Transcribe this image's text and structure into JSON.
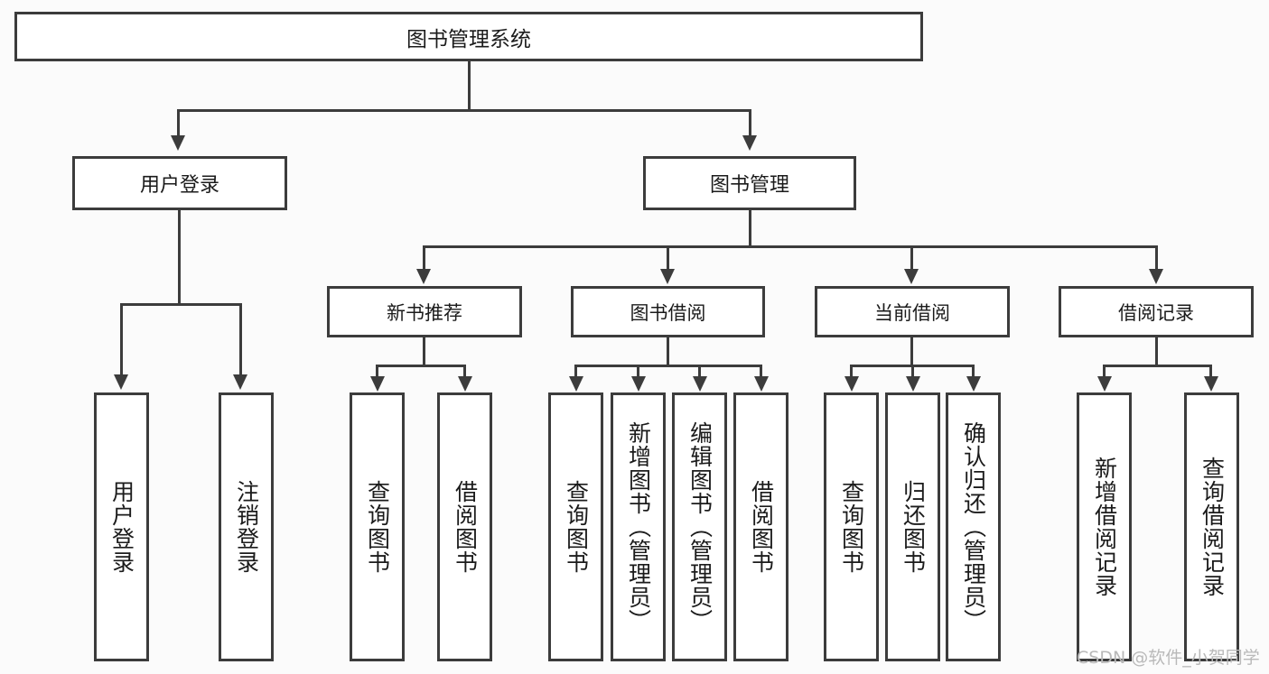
{
  "diagram": {
    "title": "图书管理系统",
    "type": "tree",
    "colors": {
      "border": "#3c3c3c",
      "fill": "#ffffff",
      "background": "#fbfbfb",
      "text": "#1b1b1b",
      "watermark": "#b9b9b9"
    },
    "root": {
      "label": "图书管理系统"
    },
    "level2": [
      {
        "label": "用户登录"
      },
      {
        "label": "图书管理"
      }
    ],
    "level3": [
      {
        "label": "新书推荐"
      },
      {
        "label": "图书借阅"
      },
      {
        "label": "当前借阅"
      },
      {
        "label": "借阅记录"
      }
    ],
    "leaves": {
      "user_login": [
        {
          "label": "用户登录"
        },
        {
          "label": "注销登录"
        }
      ],
      "new_book_recommend": [
        {
          "label": "查询图书"
        },
        {
          "label": "借阅图书"
        }
      ],
      "book_borrow": [
        {
          "label": "查询图书"
        },
        {
          "label": "新增图书（管理员）"
        },
        {
          "label": "编辑图书（管理员）"
        },
        {
          "label": "借阅图书"
        }
      ],
      "current_borrow": [
        {
          "label": "查询图书"
        },
        {
          "label": "归还图书"
        },
        {
          "label": "确认归还（管理员）"
        }
      ],
      "borrow_record": [
        {
          "label": "新增借阅记录"
        },
        {
          "label": "查询借阅记录"
        }
      ]
    },
    "watermark": "CSDN @软件_小贺同学"
  }
}
